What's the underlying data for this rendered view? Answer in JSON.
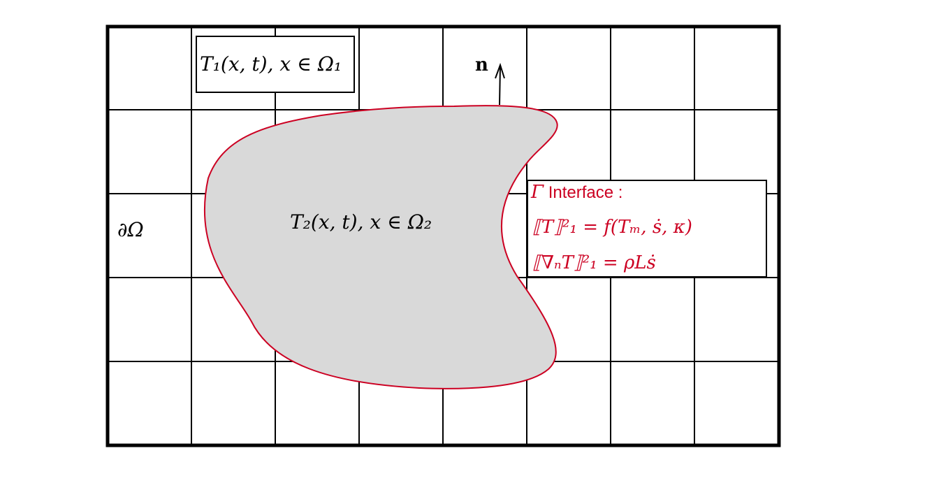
{
  "labels": {
    "omega1": "T₁(x, t),  x ∈ Ω₁",
    "omega2": "T₂(x, t),  x ∈ Ω₂",
    "boundary": "∂Ω",
    "normal": "n"
  },
  "interface": {
    "symbol": "Γ",
    "title": " Interface :",
    "eq1": "⟦T⟧²₁  =  f(Tₘ, ṡ, κ)",
    "eq2": "⟦∇ₙT⟧²₁  =  ρLṡ"
  },
  "colors": {
    "line": "#000000",
    "interface": "#cc0022",
    "fill": "#d9d9d9"
  }
}
